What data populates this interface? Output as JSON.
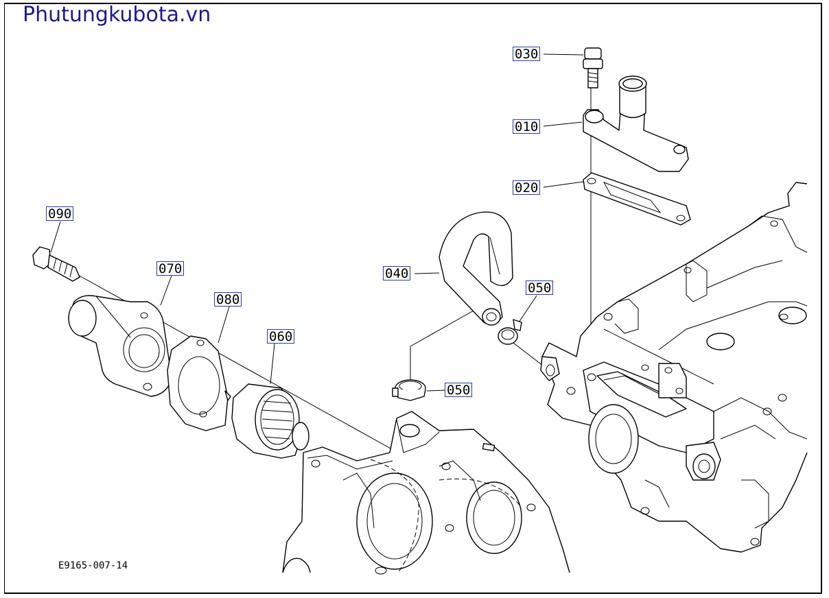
{
  "brand": "Phutungkubota.vn",
  "diagram_code": "E9165-007-14",
  "part_labels": {
    "p010": "010",
    "p020": "020",
    "p030": "030",
    "p040": "040",
    "p050a": "050",
    "p050b": "050",
    "p060": "060",
    "p070": "070",
    "p080": "080",
    "p090": "090"
  },
  "colors": {
    "label_border": "#2b3a9a",
    "brand_text": "#1a1a8c",
    "line": "#000000"
  }
}
